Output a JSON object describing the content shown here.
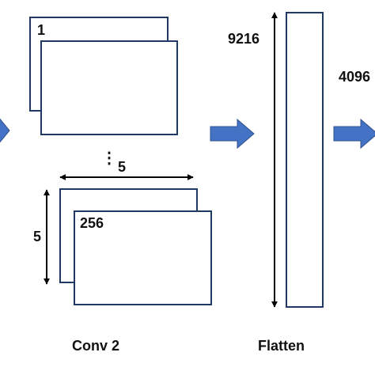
{
  "diagram": {
    "colors": {
      "box_border": "#1f3864",
      "arrow_fill": "#4472c4",
      "arrow_stroke": "#2f528f",
      "dimension_line": "#000000",
      "text": "#111111"
    },
    "conv_block": {
      "top_stack_label": "1",
      "bottom_stack_label": "256",
      "ellipsis": "⋮",
      "width_label": "5",
      "height_label": "5",
      "caption": "Conv 2"
    },
    "flatten_block": {
      "size_label": "9216",
      "caption": "Flatten"
    },
    "dense_block": {
      "size_label": "4096"
    }
  }
}
